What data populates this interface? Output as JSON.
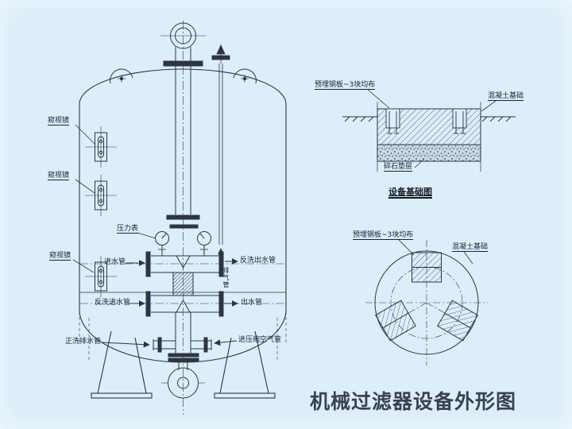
{
  "title": "机械过滤器设备外形图",
  "colors": {
    "background": "#dceefa",
    "line": "#2e3540",
    "text": "#1b222c"
  },
  "vessel_labels": {
    "sight_glass_1": "窥视镜",
    "sight_glass_2": "窥视镜",
    "sight_glass_3": "窥视镜",
    "pressure_gauge": "压力表",
    "inlet_pipe": "进水管",
    "backwash_inlet_pipe": "反洗进水管",
    "forward_wash_drain_pipe": "正洗排水管",
    "backwash_outlet_pipe": "反洗出水管",
    "vent_pipe": "排气管",
    "outlet_pipe": "出水管",
    "compressed_air_inlet_pipe": "进压缩空气管"
  },
  "foundation_section": {
    "embedded_plate_label": "预埋钢板~3块均布",
    "concrete_label": "混凝土基础",
    "gravel_label": "碎石垫层",
    "caption": "设备基础图"
  },
  "foundation_plan": {
    "embedded_plate_label": "预埋钢板~3块均布",
    "concrete_label": "混凝土基础"
  }
}
